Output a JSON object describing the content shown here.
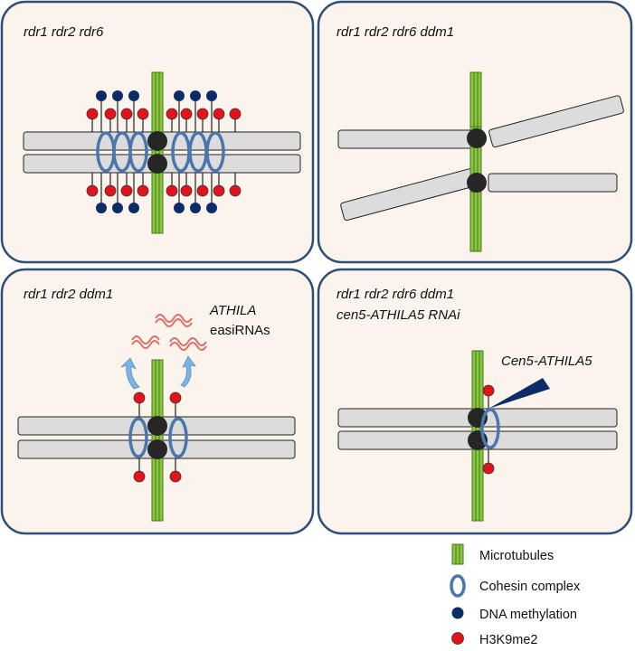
{
  "panels": [
    {
      "title": "rdr1 rdr2 rdr6"
    },
    {
      "title": "rdr1 rdr2 rdr6 ddm1"
    },
    {
      "title": "rdr1 rdr2 ddm1",
      "annotation_line1": "ATHILA",
      "annotation_line2": "easiRNAs"
    },
    {
      "title_line1": "rdr1 rdr2 rdr6 ddm1",
      "title_line2": "cen5-ATHILA5 RNAi",
      "annotation": "Cen5-ATHILA5"
    }
  ],
  "legend": [
    {
      "icon": "microtubule-icon",
      "label": "Microtubules"
    },
    {
      "icon": "cohesin-ring-icon",
      "label": "Cohesin complex"
    },
    {
      "icon": "dna-methylation-dot-icon",
      "label": "DNA methylation",
      "color": "#0c2c68"
    },
    {
      "icon": "h3k9me2-dot-icon",
      "label": "H3K9me2",
      "color": "#e3121b"
    }
  ],
  "colors": {
    "panel_border": "#2e4e78",
    "panel_fill": "#faf4ec",
    "chromatid": "#dcdcdc",
    "microtubule": "#8cc63f",
    "cohesin": "#4a76ab",
    "centromere": "#262626",
    "easiRNA": "#d9706a",
    "arrow": "#7fb2e5"
  }
}
